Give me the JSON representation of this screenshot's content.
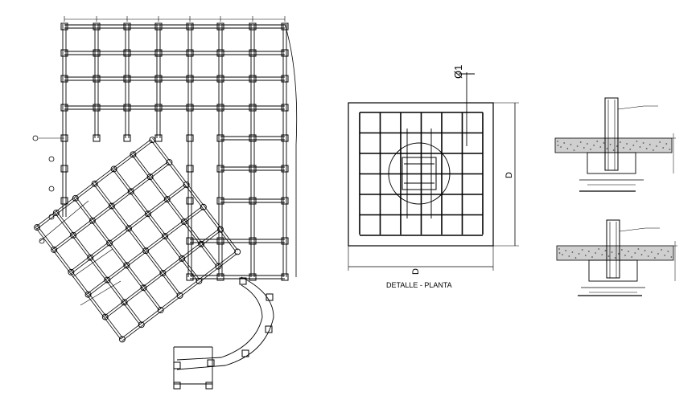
{
  "drawing": {
    "detail_label": "DETALLE - PLANTA",
    "dim_side": "D",
    "dim_bottom": "D",
    "bar_diameter": "Ø1",
    "colors": {
      "line": "#000000",
      "background": "#ffffff",
      "hatch": "#555555"
    }
  }
}
